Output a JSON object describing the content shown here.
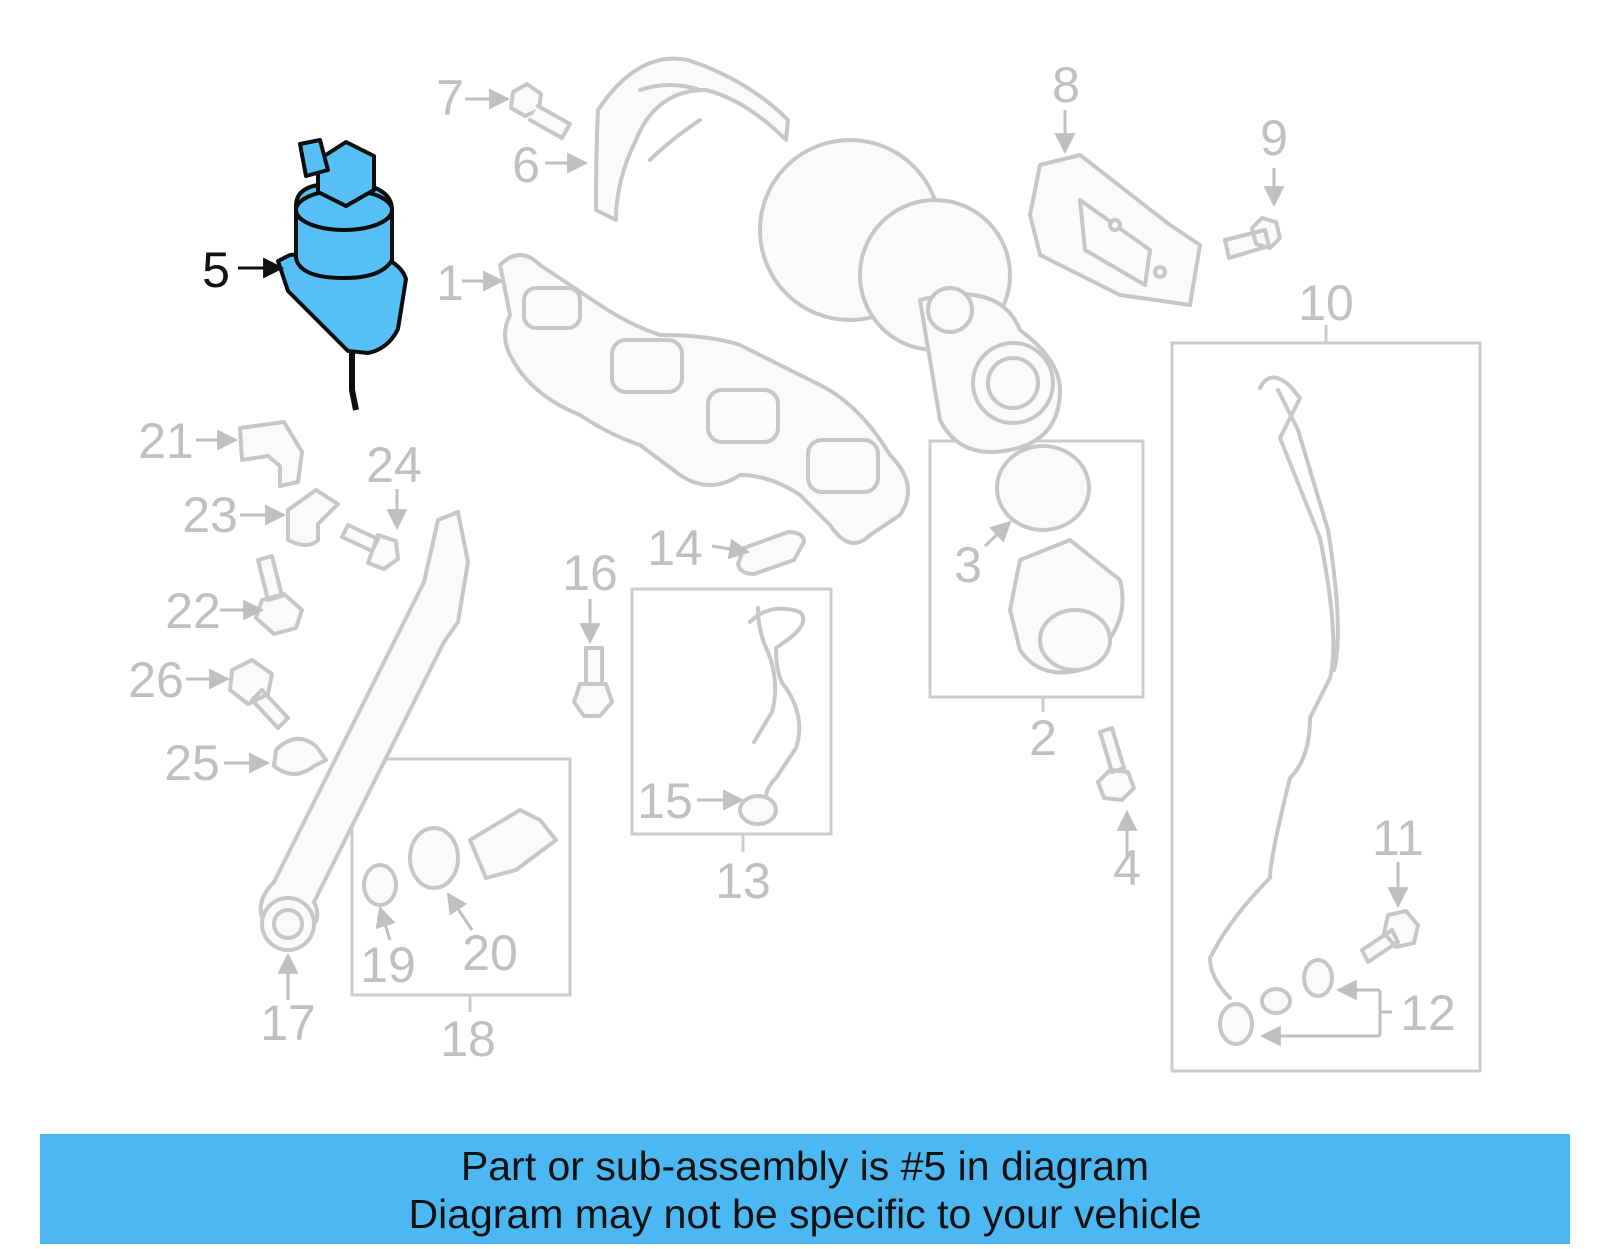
{
  "colors": {
    "part_gray": "#c7c7c7",
    "label_gray": "#c0c0c0",
    "box_gray": "#cccccc",
    "highlight_fill": "#56bff5",
    "highlight_stroke": "#0d0d0d",
    "banner": "#4cb8f3"
  },
  "diagram": {
    "highlighted_part": "5",
    "callouts": [
      {
        "id": "1",
        "label": "1"
      },
      {
        "id": "2",
        "label": "2"
      },
      {
        "id": "3",
        "label": "3"
      },
      {
        "id": "4",
        "label": "4"
      },
      {
        "id": "5",
        "label": "5"
      },
      {
        "id": "6",
        "label": "6"
      },
      {
        "id": "7",
        "label": "7"
      },
      {
        "id": "8",
        "label": "8"
      },
      {
        "id": "9",
        "label": "9"
      },
      {
        "id": "10",
        "label": "10"
      },
      {
        "id": "11",
        "label": "11"
      },
      {
        "id": "12",
        "label": "12"
      },
      {
        "id": "13",
        "label": "13"
      },
      {
        "id": "14",
        "label": "14"
      },
      {
        "id": "15",
        "label": "15"
      },
      {
        "id": "16",
        "label": "16"
      },
      {
        "id": "17",
        "label": "17"
      },
      {
        "id": "18",
        "label": "18"
      },
      {
        "id": "19",
        "label": "19"
      },
      {
        "id": "20",
        "label": "20"
      },
      {
        "id": "21",
        "label": "21"
      },
      {
        "id": "22",
        "label": "22"
      },
      {
        "id": "23",
        "label": "23"
      },
      {
        "id": "24",
        "label": "24"
      },
      {
        "id": "25",
        "label": "25"
      },
      {
        "id": "26",
        "label": "26"
      }
    ]
  },
  "banner": {
    "line1": "Part or sub-assembly is #5 in diagram",
    "line2": "Diagram may not be specific to your vehicle"
  }
}
